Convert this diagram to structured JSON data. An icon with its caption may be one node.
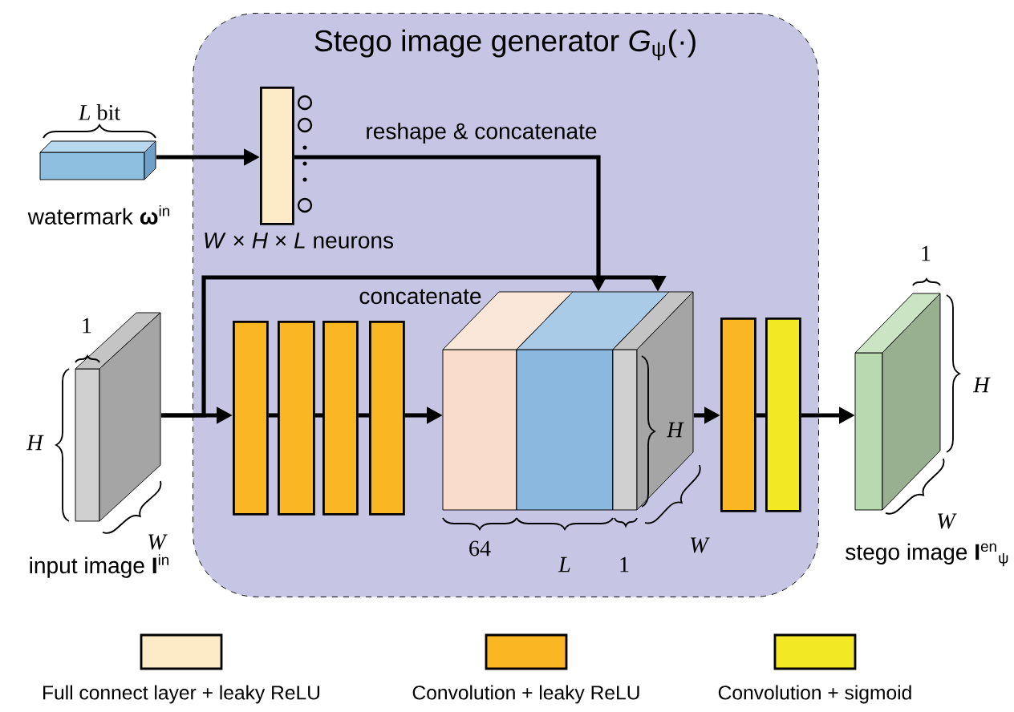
{
  "diagram": {
    "nodes": [
      {
        "text": [
          "Stego image generator *G*$_{ψ}$(·)"
        ]
      },
      {
        "text": [],
        "shape": "box",
        "beside": [
          "*L* bit",
          "watermark **ω**$^{in}$"
        ]
      },
      {
        "text": [],
        "shape": "bar",
        "in": 0,
        "beside": [
          "*W* × *H* × *L* neurons"
        ]
      },
      {
        "text": [],
        "shape": "box",
        "beside": [
          "1",
          "*H*",
          "*W*",
          "input image **I**$^{in}$"
        ]
      },
      {
        "text": [],
        "shape": "bar",
        "in": 0
      },
      {
        "text": [],
        "shape": "bar",
        "in": 0
      },
      {
        "text": [],
        "shape": "bar",
        "in": 0
      },
      {
        "text": [],
        "shape": "bar",
        "in": 0
      },
      {
        "text": [],
        "shape": "box",
        "in": 0,
        "beside": [
          "64"
        ]
      },
      {
        "text": [],
        "shape": "box",
        "in": 0,
        "beside": [
          "*L*"
        ]
      },
      {
        "text": [
          "*H*"
        ],
        "in": 0,
        "beside": [
          "1",
          "*W*"
        ]
      },
      {
        "text": [],
        "shape": "bar",
        "in": 0
      },
      {
        "text": [],
        "shape": "bar",
        "in": 0
      },
      {
        "text": [],
        "shape": "box",
        "beside": [
          "1",
          "*H*",
          "*W*",
          "stego image **I**$^{en}$$_{ψ}$"
        ]
      }
    ],
    "edges": [
      {
        "from": 1,
        "to": 2,
        "arrow": "to"
      },
      {
        "from": 2,
        "to": 9,
        "arrow": "to",
        "label": "reshape & concatenate"
      },
      {
        "from": 3,
        "to": 4,
        "arrow": "to"
      },
      {
        "from": 4,
        "to": 5,
        "arrow": "none"
      },
      {
        "from": 5,
        "to": 6,
        "arrow": "none"
      },
      {
        "from": 6,
        "to": 7,
        "arrow": "none"
      },
      {
        "from": 3,
        "to": 10,
        "arrow": "to",
        "label": "concatenate"
      },
      {
        "from": 7,
        "to": 8,
        "arrow": "to"
      },
      {
        "from": 10,
        "to": 11,
        "arrow": "to"
      },
      {
        "from": 11,
        "to": 12,
        "arrow": "none"
      },
      {
        "from": 12,
        "to": 13,
        "arrow": "to"
      }
    ],
    "legend": [
      {
        "text": "Full connect layer + leaky ReLU",
        "color": "#fdebc8"
      },
      {
        "text": "Convolution + leaky ReLU",
        "color": "#fbb623"
      },
      {
        "text": "Convolution + sigmoid",
        "color": "#f2e824"
      }
    ]
  }
}
